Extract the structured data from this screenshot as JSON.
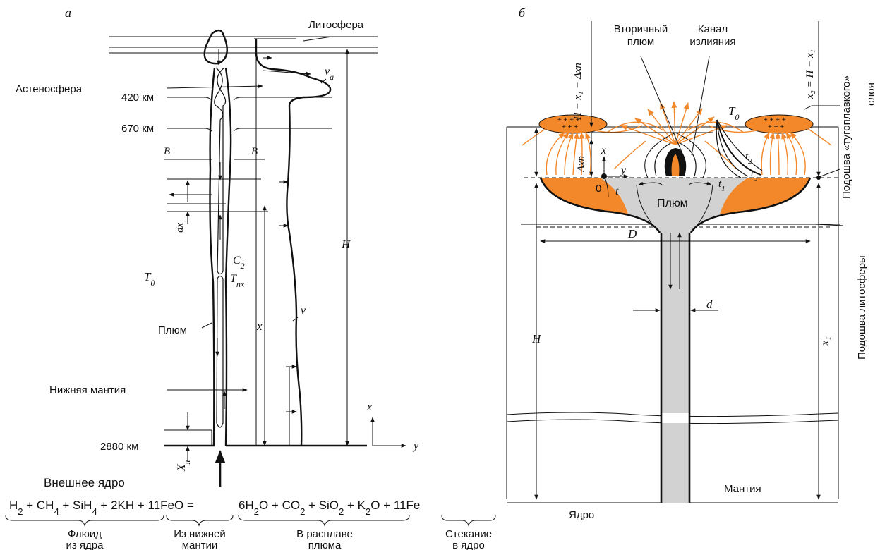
{
  "panel_a": {
    "letter": "а",
    "labels": {
      "lithosphere": "Литосфера",
      "asthenosphere": "Астеносфера",
      "depth_420": "420 км",
      "depth_670": "670 км",
      "b_left": "B",
      "b_right": "B",
      "dx": "dx",
      "t0": "T",
      "t0_sub": "0",
      "c2": "C",
      "c2_sub": "2",
      "tpx": "T",
      "tpx_sub": "пх",
      "h": "H",
      "x": "x",
      "v": "v",
      "va": "v",
      "va_sub": "a",
      "plume": "Плюм",
      "lower_mantle": "Нижняя мантия",
      "depth_2880": "2880 км",
      "xya": "X",
      "xya_sub": "я",
      "axis_x": "x",
      "axis_y": "y"
    }
  },
  "reaction": {
    "outer_core": "Внешнее ядро",
    "left_html": "H<tspan baseline-shift='sub' font-size='13'>2</tspan> + CH<tspan baseline-shift='sub' font-size='13'>4</tspan> + SiH<tspan baseline-shift='sub' font-size='13'>4</tspan> + 2KH + 11FeO =",
    "right_html": "6H<tspan baseline-shift='sub' font-size='13'>2</tspan>O + CO<tspan baseline-shift='sub' font-size='13'>2</tspan> + SiO<tspan baseline-shift='sub' font-size='13'>2</tspan> + K<tspan baseline-shift='sub' font-size='13'>2</tspan>O + 11Fe",
    "groups": [
      {
        "line1": "Флюид",
        "line2": "из ядра"
      },
      {
        "line1": "Из нижней",
        "line2": "мантии"
      },
      {
        "line1": "В расплаве",
        "line2": "плюма"
      },
      {
        "line1": "Стекание",
        "line2": "в ядро"
      }
    ]
  },
  "panel_b": {
    "letter": "б",
    "labels": {
      "secondary_plume_1": "Вторичный",
      "secondary_plume_2": "плюм",
      "channel_1": "Канал",
      "channel_2": "излияния",
      "t0": "T",
      "t0_sub": "0",
      "t1": "t",
      "t1_sub": "1",
      "t2": "t",
      "t2_sub": "2",
      "t3": "t",
      "t3_sub": "3",
      "h_minus": "H − x₁ − Δxп",
      "x2_eq": "x₂ = H − x₁",
      "dxp": "Δxп",
      "x": "x",
      "y": "y",
      "zero": "0",
      "t": "t",
      "plume": "Плюм",
      "d_big": "D",
      "d_small": "d",
      "h": "H",
      "x1": "x₁",
      "refractory_1": "Подошва «тугоплавкого»",
      "refractory_2": "слоя",
      "lithosphere_base": "Подошва литосферы",
      "mantle": "Мантия",
      "core": "Ядро"
    },
    "colors": {
      "orange": "#f3882b",
      "gray": "#d2d2d2"
    }
  }
}
